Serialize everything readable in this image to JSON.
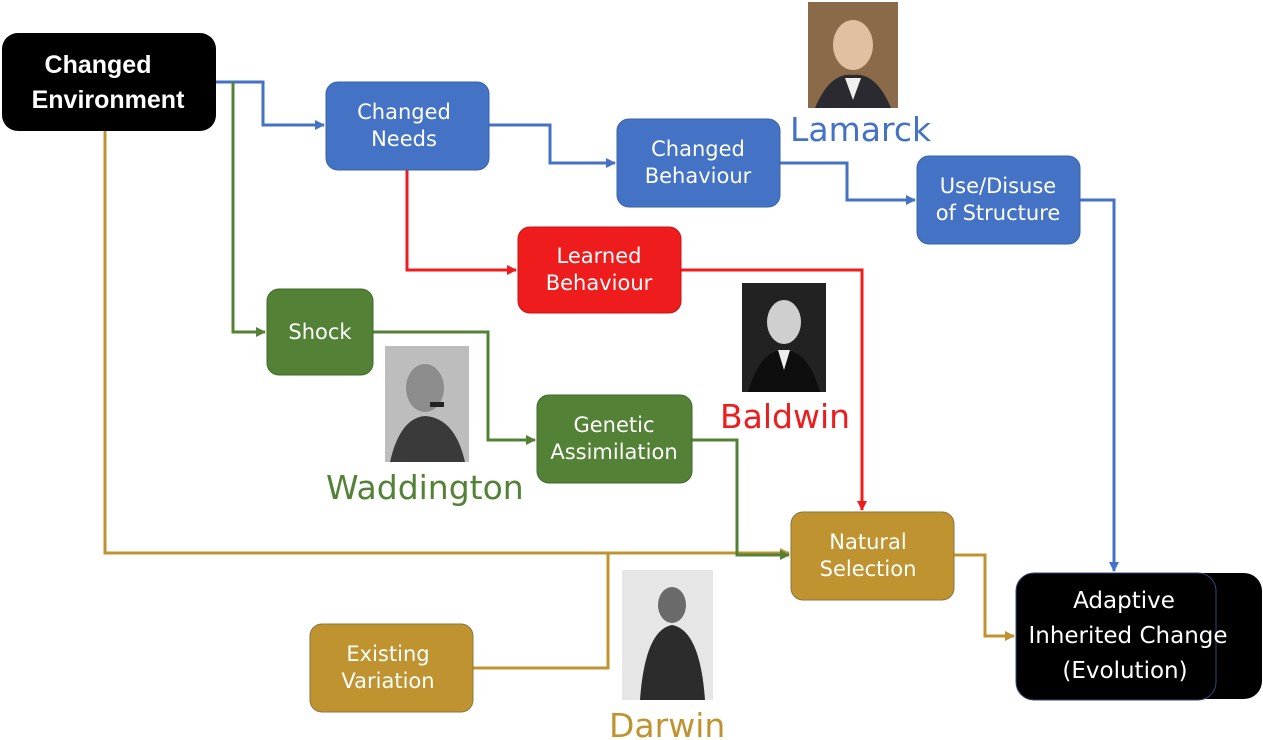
{
  "colors": {
    "blue": "#4472c4",
    "red": "#ee1c1c",
    "green": "#538135",
    "gold": "#bf9430",
    "black": "#000000"
  },
  "nodes": {
    "changed_environment": [
      "Changed",
      "Environment"
    ],
    "changed_needs": [
      "Changed",
      "Needs"
    ],
    "changed_behaviour": [
      "Changed",
      "Behaviour"
    ],
    "use_disuse": [
      "Use/Disuse",
      "of Structure"
    ],
    "learned_behaviour": [
      "Learned",
      "Behaviour"
    ],
    "shock": [
      "Shock"
    ],
    "genetic_assimilation": [
      "Genetic",
      "Assimilation"
    ],
    "natural_selection": [
      "Natural",
      "Selection"
    ],
    "existing_variation": [
      "Existing",
      "Variation"
    ],
    "adaptive_change": [
      "Adaptive",
      "Inherited Change",
      "(Evolution)"
    ]
  },
  "names": {
    "lamarck": "Lamarck",
    "baldwin": "Baldwin",
    "waddington": "Waddington",
    "darwin": "Darwin"
  }
}
